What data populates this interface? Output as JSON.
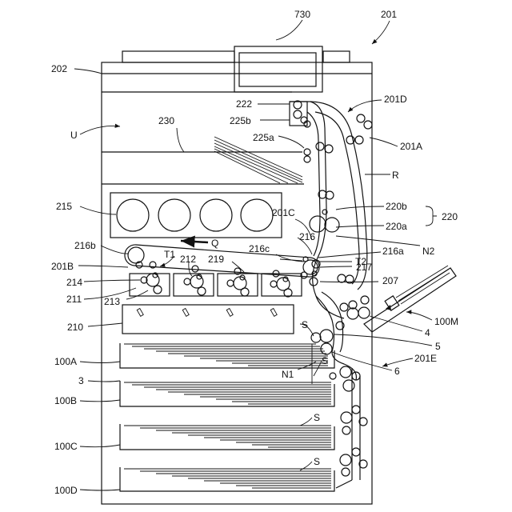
{
  "labels": {
    "l730": "730",
    "l201": "201",
    "l202": "202",
    "l222": "222",
    "l201D": "201D",
    "l225b": "225b",
    "lU": "U",
    "l230": "230",
    "l225a": "225a",
    "l201A": "201A",
    "lR": "R",
    "l215": "215",
    "l220b": "220b",
    "l220": "220",
    "l201C": "201C",
    "l220a": "220a",
    "lQ": "Q",
    "l216": "216",
    "l216b": "216b",
    "lN2": "N2",
    "l216c": "216c",
    "l216a": "216a",
    "lT1": "T1",
    "l212": "212",
    "l219": "219",
    "lT2": "T2",
    "l201B": "201B",
    "l217": "217",
    "l214": "214",
    "l207": "207",
    "l211": "211",
    "l213": "213",
    "l100M": "100M",
    "l210": "210",
    "lS1": "S",
    "l4": "4",
    "l5": "5",
    "l100A": "100A",
    "lS2": "S",
    "l201E": "201E",
    "l3": "3",
    "lN1": "N1",
    "l6": "6",
    "l100B": "100B",
    "lS3": "S",
    "l100C": "100C",
    "lS4": "S",
    "l100D": "100D"
  }
}
